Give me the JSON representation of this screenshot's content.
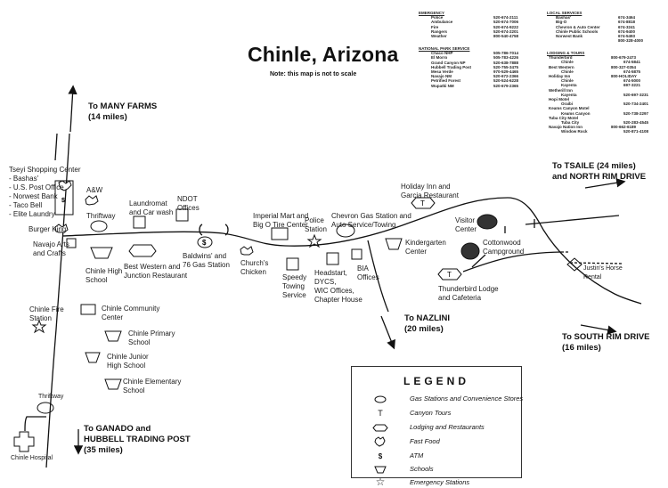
{
  "map": {
    "title": "Chinle, Arizona",
    "note": "Note: this map is not to scale"
  },
  "contacts": {
    "emergency": {
      "header": "EMERGENCY",
      "rows": [
        {
          "name": "Police",
          "phone": "520-674-2111"
        },
        {
          "name": "Ambulance",
          "phone": "520-674-7006"
        },
        {
          "name": "Fire",
          "phone": "520-674-9222"
        },
        {
          "name": "Rangers",
          "phone": "520-674-2201"
        },
        {
          "name": "Weather",
          "phone": "800-540-4758"
        }
      ]
    },
    "national_park_service": {
      "header": "NATIONAL PARK SERVICE",
      "rows": [
        {
          "name": "Chaco NHP",
          "phone": "505-786-7014"
        },
        {
          "name": "El Morro",
          "phone": "505-783-4226"
        },
        {
          "name": "Grand Canyon NP",
          "phone": "520-638-7888"
        },
        {
          "name": "Hubbell Trading Post",
          "phone": "520-755-3475"
        },
        {
          "name": "Mesa Verde",
          "phone": "970-529-4465"
        },
        {
          "name": "Navajo NM",
          "phone": "520-672-2366"
        },
        {
          "name": "Petrified Forest",
          "phone": "520-524-6228"
        },
        {
          "name": "Wupatki NM",
          "phone": "520-679-2365"
        }
      ]
    },
    "local_services": {
      "header": "LOCAL SERVICES",
      "rows": [
        {
          "name": "Bashas'",
          "phone": "674-3464"
        },
        {
          "name": "Big-O",
          "phone": "674-8818"
        },
        {
          "name": "Chevron & Auto Center",
          "phone": "674-3241"
        },
        {
          "name": "Chinle Public Schools",
          "phone": "674-9400"
        },
        {
          "name": "Norwest Bank",
          "phone": "674-5493"
        },
        {
          "name": "",
          "phone": "800-328-4000"
        }
      ]
    },
    "lodging_tours": {
      "header": "LODGING & TOURS",
      "rows": [
        {
          "name": "Thunderbird",
          "phone": "800-679-2473",
          "indent": false
        },
        {
          "name": "Chinle",
          "phone": "674-5841",
          "indent": true
        },
        {
          "name": "Best Western",
          "phone": "800-327-0354",
          "indent": false
        },
        {
          "name": "Chinle",
          "phone": "674-5875",
          "indent": true
        },
        {
          "name": "Holiday Inn",
          "phone": "800-HOLIDAY",
          "indent": false
        },
        {
          "name": "Chinle",
          "phone": "674-5000",
          "indent": true
        },
        {
          "name": "Kayenta",
          "phone": "697-3221",
          "indent": true
        },
        {
          "name": "Wetherill Inn",
          "phone": "",
          "indent": false
        },
        {
          "name": "Kayenta",
          "phone": "520-697-3231",
          "indent": true
        },
        {
          "name": "Hopi Motel",
          "phone": "",
          "indent": false
        },
        {
          "name": "Oraibi",
          "phone": "520-734-2401",
          "indent": true
        },
        {
          "name": "Keams Canyon Motel",
          "phone": "",
          "indent": false
        },
        {
          "name": "Keams Canyon",
          "phone": "520-738-2297",
          "indent": true
        },
        {
          "name": "Tuba City Motel",
          "phone": "",
          "indent": false
        },
        {
          "name": "Tuba City",
          "phone": "520-283-4545",
          "indent": true
        },
        {
          "name": "Navajo Nation Inn",
          "phone": "800-662-6189",
          "indent": false
        },
        {
          "name": "Window Rock",
          "phone": "520-871-4108",
          "indent": true
        }
      ]
    }
  },
  "directions": {
    "many_farms": [
      "To MANY FARMS",
      "(14 miles)"
    ],
    "tsaile": [
      "To TSAILE (24 miles)",
      "and NORTH RIM DRIVE"
    ],
    "nazlini": [
      "To NAZLINI",
      "(20 miles)"
    ],
    "south_rim": [
      "To SOUTH RIM DRIVE",
      "(16 miles)"
    ],
    "ganado": [
      "To GANADO and",
      "HUBBELL TRADING POST",
      "(35 miles)"
    ]
  },
  "places": {
    "tseyi": {
      "title": "Tseyi Shopping Center",
      "items": [
        "- Bashas'",
        "- U.S. Post Office",
        "- Norwest Bank",
        "- Taco Bell",
        "- Elite Laundry"
      ]
    },
    "aw": "A&W",
    "thriftway_north": "Thriftway",
    "burger_king": "Burger King",
    "navajo_arts": [
      "Navajo Arts",
      "and Crafts"
    ],
    "laundromat": [
      "Laundromat",
      "and Car wash"
    ],
    "ndot": [
      "NDOT",
      "Offices"
    ],
    "chinle_high": [
      "Chinle High",
      "School"
    ],
    "best_western": [
      "Best Western and",
      "Junction Restaurant"
    ],
    "baldwins": [
      "Baldwins' and",
      "76 Gas Station"
    ],
    "churchs": [
      "Church's",
      "Chicken"
    ],
    "imperial_mart": [
      "Imperial Mart and",
      "Big O Tire Center"
    ],
    "police": [
      "Police",
      "Station"
    ],
    "chevron": [
      "Chevron Gas Station and",
      "Auto Service/Towing"
    ],
    "speedy": [
      "Speedy",
      "Towing",
      "Service"
    ],
    "headstart": [
      "Headstart,",
      "DYCS,",
      "WIC Offices,",
      "Chapter House"
    ],
    "bia": [
      "BIA",
      "Offices"
    ],
    "holiday_inn": [
      "Holiday Inn and",
      "Garcia Restaurant"
    ],
    "kindergarten": [
      "Kindergarten",
      "Center"
    ],
    "visitor_center": [
      "Visitor",
      "Center"
    ],
    "cottonwood": [
      "Cottonwood",
      "Campground"
    ],
    "thunderbird": [
      "Thunderbird Lodge",
      "and Cafeteria"
    ],
    "justins": [
      "Justin's Horse",
      "Rental"
    ],
    "fire_station": [
      "Chinle Fire",
      "Station"
    ],
    "community_center": [
      "Chinle Community",
      "Center"
    ],
    "primary_school": [
      "Chinle Primary",
      "School"
    ],
    "junior_high": [
      "Chinle Junior",
      "High School"
    ],
    "elementary": [
      "Chinle Elementary",
      "School"
    ],
    "thriftway_south": "Thriftway",
    "hospital": "Chinle Hospital"
  },
  "legend": {
    "title": "LEGEND",
    "items": [
      {
        "icon": "gas-station-oval",
        "label": "Gas Stations and Convenience Stores"
      },
      {
        "icon": "T",
        "label": "Canyon Tours"
      },
      {
        "icon": "lodging-hexagon",
        "label": "Lodging and Restaurants"
      },
      {
        "icon": "fast-food-burst",
        "label": "Fast Food"
      },
      {
        "icon": "$",
        "label": "ATM"
      },
      {
        "icon": "school-trapezoid",
        "label": "Schools"
      },
      {
        "icon": "star",
        "label": "Emergency Stations"
      }
    ]
  }
}
